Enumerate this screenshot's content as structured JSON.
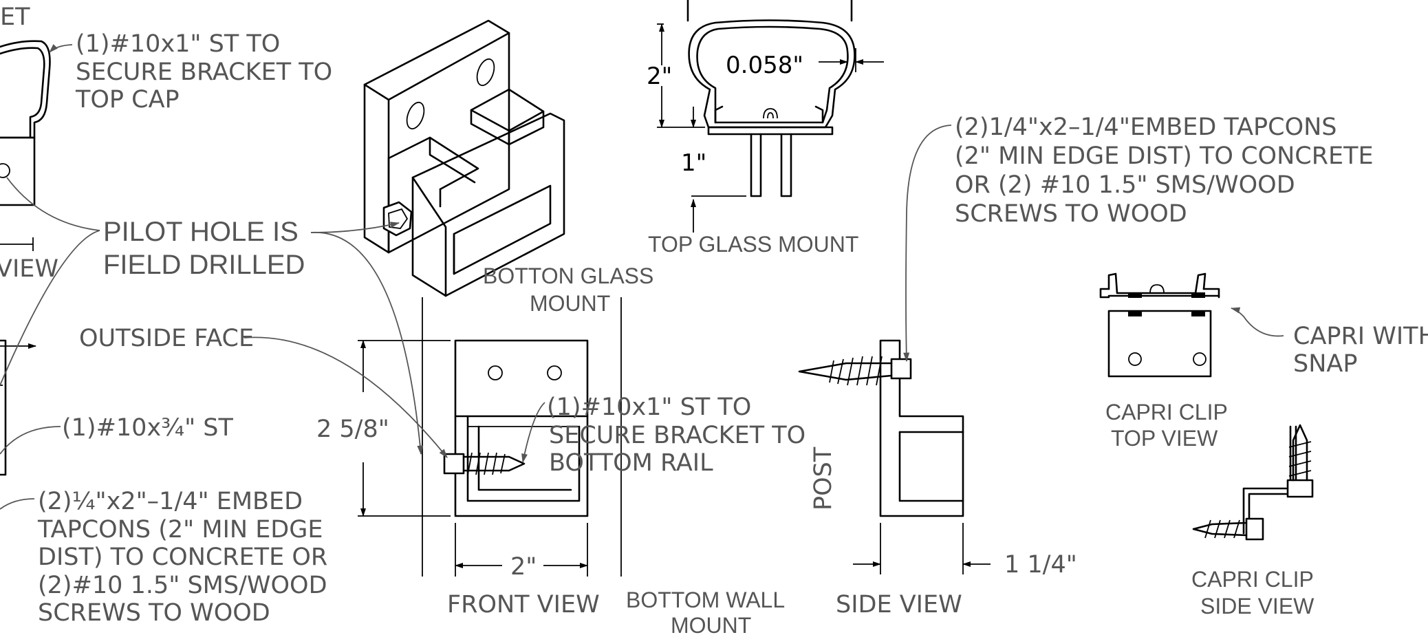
{
  "labels": {
    "partial_top": "ET",
    "st_top_cap": [
      "(1)#10x1\" ST TO",
      "SECURE BRACKET TO",
      "TOP CAP"
    ],
    "pilot_hole": [
      "PILOT HOLE IS",
      "FIELD DRILLED"
    ],
    "partial_view": "VIEW",
    "outside_face": "OUTSIDE FACE",
    "st_three_quarter": "(1)#10x¾\" ST",
    "tapcons_left": [
      "(2)¼\"x2\"–1/4\" EMBED",
      "TAPCONS (2\" MIN EDGE",
      "DIST) TO CONCRETE OR",
      "(2)#10 1.5\" SMS/WOOD",
      "SCREWS TO WOOD"
    ],
    "dim_height": "2 5/8\"",
    "st_bottom_rail": [
      "(1)#10x1\" ST TO",
      "SECURE BRACKET TO",
      "BOTTOM RAIL"
    ],
    "dim_width": "2\"",
    "front_view": "FRONT VIEW",
    "bottom_glass_mount": [
      "BOTTON GLASS",
      "MOUNT"
    ],
    "bottom_wall_mount": [
      "BOTTOM WALL",
      "MOUNT"
    ],
    "dim_0058": "0.058\"",
    "dim_2in": "2\"",
    "dim_1in": "1\"",
    "top_glass_mount": "TOP GLASS MOUNT",
    "tapcons_right": [
      "(2)1/4\"x2–1/4\"EMBED TAPCONS",
      "(2\" MIN EDGE DIST) TO CONCRETE",
      "OR (2) #10 1.5\" SMS/WOOD",
      "SCREWS TO WOOD"
    ],
    "post": "POST",
    "side_view": "SIDE VIEW",
    "dim_1_1_4": "1 1/4\"",
    "capri_with_snap": [
      "CAPRI WITH",
      "SNAP"
    ],
    "capri_top_view": [
      "CAPRI CLIP",
      "TOP VIEW"
    ],
    "capri_side_view": [
      "CAPRI CLIP",
      "SIDE VIEW"
    ]
  }
}
